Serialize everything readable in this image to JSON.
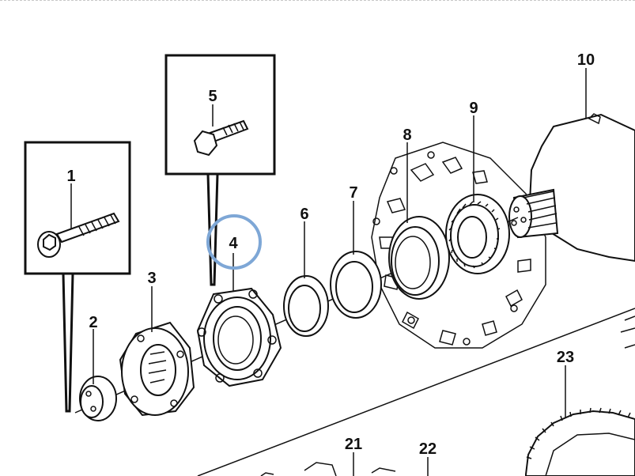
{
  "callouts": [
    {
      "id": "1",
      "label": "1"
    },
    {
      "id": "2",
      "label": "2"
    },
    {
      "id": "3",
      "label": "3"
    },
    {
      "id": "4",
      "label": "4"
    },
    {
      "id": "5",
      "label": "5"
    },
    {
      "id": "6",
      "label": "6"
    },
    {
      "id": "7",
      "label": "7"
    },
    {
      "id": "8",
      "label": "8"
    },
    {
      "id": "9",
      "label": "9"
    },
    {
      "id": "10",
      "label": "10"
    },
    {
      "id": "21",
      "label": "21"
    },
    {
      "id": "22",
      "label": "22"
    },
    {
      "id": "23",
      "label": "23"
    }
  ],
  "highlight": {
    "target_callout": "4",
    "color": "#7ea7d6"
  },
  "colors": {
    "line": "#111111",
    "background": "#ffffff",
    "top_dashed_border": "#c8c8c8"
  }
}
